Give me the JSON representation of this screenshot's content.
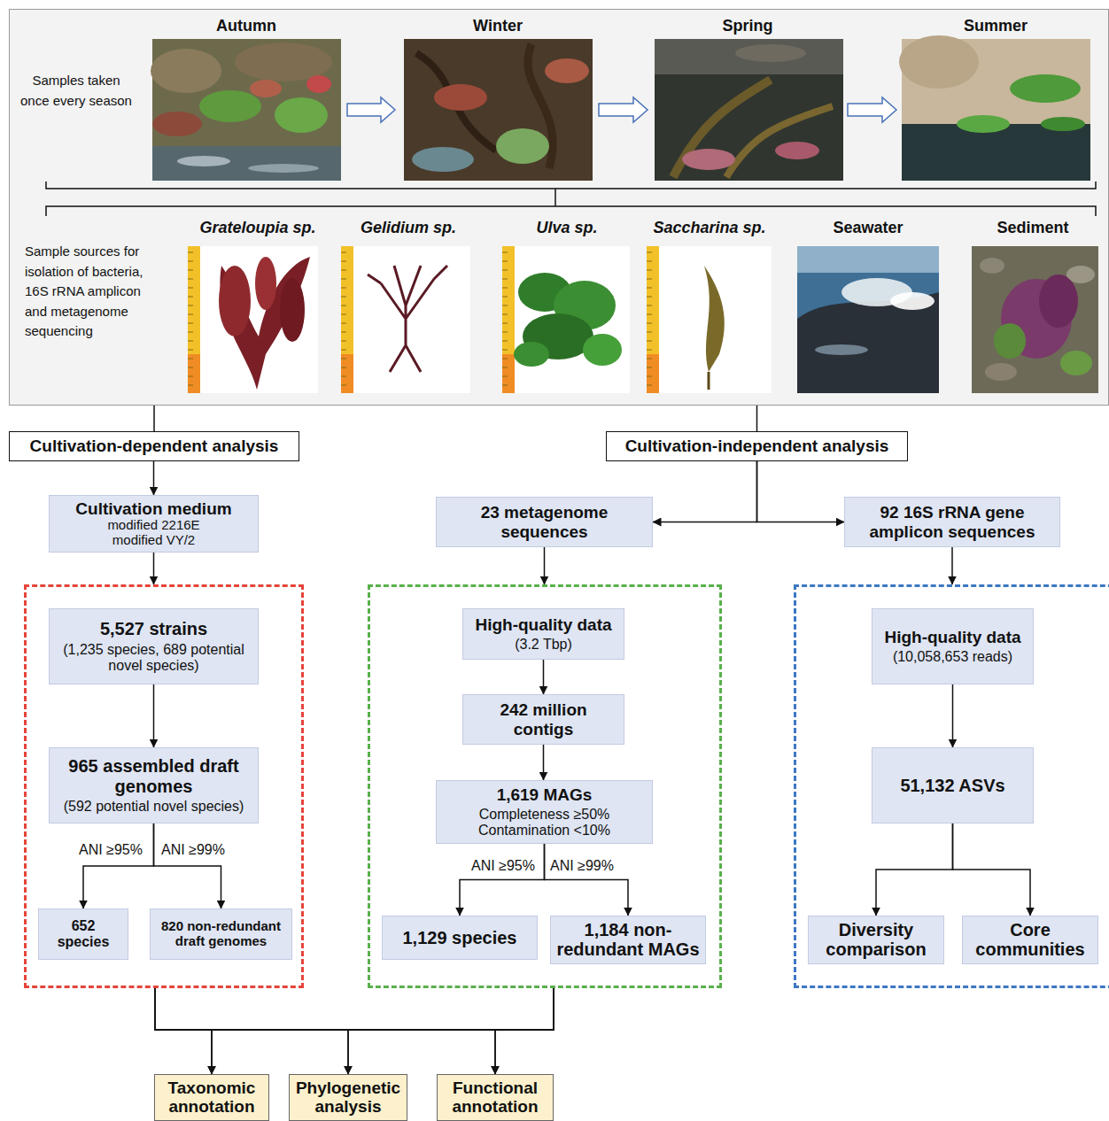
{
  "diagram": {
    "nodes": [
      {
        "text": [
          "Samples taken once every season",
          "Sample sources for isolation of bacteria, 16S rRNA amplicon and metagenome sequencing"
        ]
      },
      {
        "text": [
          "Cultivation-dependent analysis"
        ]
      },
      {
        "text": [
          "Cultivation-independent analysis"
        ]
      },
      {
        "text": [
          "Cultivation medium",
          "modified 2216E modified VY/2"
        ]
      },
      {
        "text": [
          "23 metagenome sequences"
        ]
      },
      {
        "text": [
          "92 16S rRNA gene amplicon sequences"
        ]
      },
      {
        "text": []
      },
      {
        "text": [
          "5,527 strains",
          "(1,235 species, 689 potential novel species)"
        ],
        "in": 6
      },
      {
        "text": [
          "965 assembled draft genomes",
          "(592 potential novel species)"
        ],
        "in": 6
      },
      {
        "text": [
          "652 species"
        ],
        "in": 6
      },
      {
        "text": [
          "820 non-redundant draft genomes"
        ],
        "in": 6
      },
      {
        "text": []
      },
      {
        "text": [
          "High-quality data",
          "(3.2 Tbp)"
        ],
        "in": 11
      },
      {
        "text": [
          "242 million contigs"
        ],
        "in": 11
      },
      {
        "text": [
          "1,619 MAGs",
          "Completeness ≥50% Contamination <10%"
        ],
        "in": 11
      },
      {
        "text": [
          "1,129 species"
        ],
        "in": 11
      },
      {
        "text": [
          "1,184 non-redundant MAGs"
        ],
        "in": 11
      },
      {
        "text": []
      },
      {
        "text": [
          "High-quality data",
          "(10,058,653 reads)"
        ],
        "in": 17
      },
      {
        "text": [
          "51,132 ASVs"
        ],
        "in": 17
      },
      {
        "text": [
          "Diversity comparison"
        ],
        "in": 17
      },
      {
        "text": [
          "Core communities"
        ],
        "in": 17
      },
      {
        "text": [
          "Taxonomic annotation"
        ]
      },
      {
        "text": [
          "Phylogenetic analysis"
        ]
      },
      {
        "text": [
          "Functional annotation"
        ]
      }
    ],
    "edges": [
      {
        "from": 0,
        "to": 1,
        "arrow": "none"
      },
      {
        "from": 0,
        "to": 2,
        "arrow": "none"
      },
      {
        "from": 1,
        "to": 3,
        "arrow": "to"
      },
      {
        "from": 2,
        "to": 4,
        "arrow": "to"
      },
      {
        "from": 2,
        "to": 5,
        "arrow": "to"
      },
      {
        "from": 3,
        "to": 6,
        "arrow": "to"
      },
      {
        "from": 7,
        "to": 8,
        "arrow": "to"
      },
      {
        "from": 8,
        "to": 9,
        "label": "ANI ≥95%",
        "arrow": "to"
      },
      {
        "from": 8,
        "to": 10,
        "label": "ANI ≥99%",
        "arrow": "to"
      },
      {
        "from": 4,
        "to": 11,
        "arrow": "to"
      },
      {
        "from": 12,
        "to": 13,
        "arrow": "to"
      },
      {
        "from": 13,
        "to": 14,
        "arrow": "to"
      },
      {
        "from": 14,
        "to": 15,
        "label": "ANI ≥95%",
        "arrow": "to"
      },
      {
        "from": 14,
        "to": 16,
        "label": "ANI ≥99%",
        "arrow": "to"
      },
      {
        "from": 5,
        "to": 17,
        "arrow": "to"
      },
      {
        "from": 18,
        "to": 19,
        "arrow": "to"
      },
      {
        "from": 19,
        "to": 20,
        "arrow": "to"
      },
      {
        "from": 19,
        "to": 21,
        "arrow": "to"
      },
      {
        "from": 6,
        "to": 22,
        "arrow": "to"
      },
      {
        "from": 6,
        "to": 23,
        "arrow": "to"
      },
      {
        "from": 6,
        "to": 24,
        "arrow": "to"
      },
      {
        "from": 11,
        "to": 22,
        "arrow": "to"
      },
      {
        "from": 11,
        "to": 23,
        "arrow": "to"
      },
      {
        "from": 11,
        "to": 24,
        "arrow": "to"
      }
    ],
    "labels": [
      "Autumn",
      "Winter",
      "Spring",
      "Summer",
      "Grateloupia sp.",
      "Gelidium sp.",
      "Ulva sp.",
      "Saccharina sp.",
      "Seawater",
      "Sediment"
    ]
  }
}
